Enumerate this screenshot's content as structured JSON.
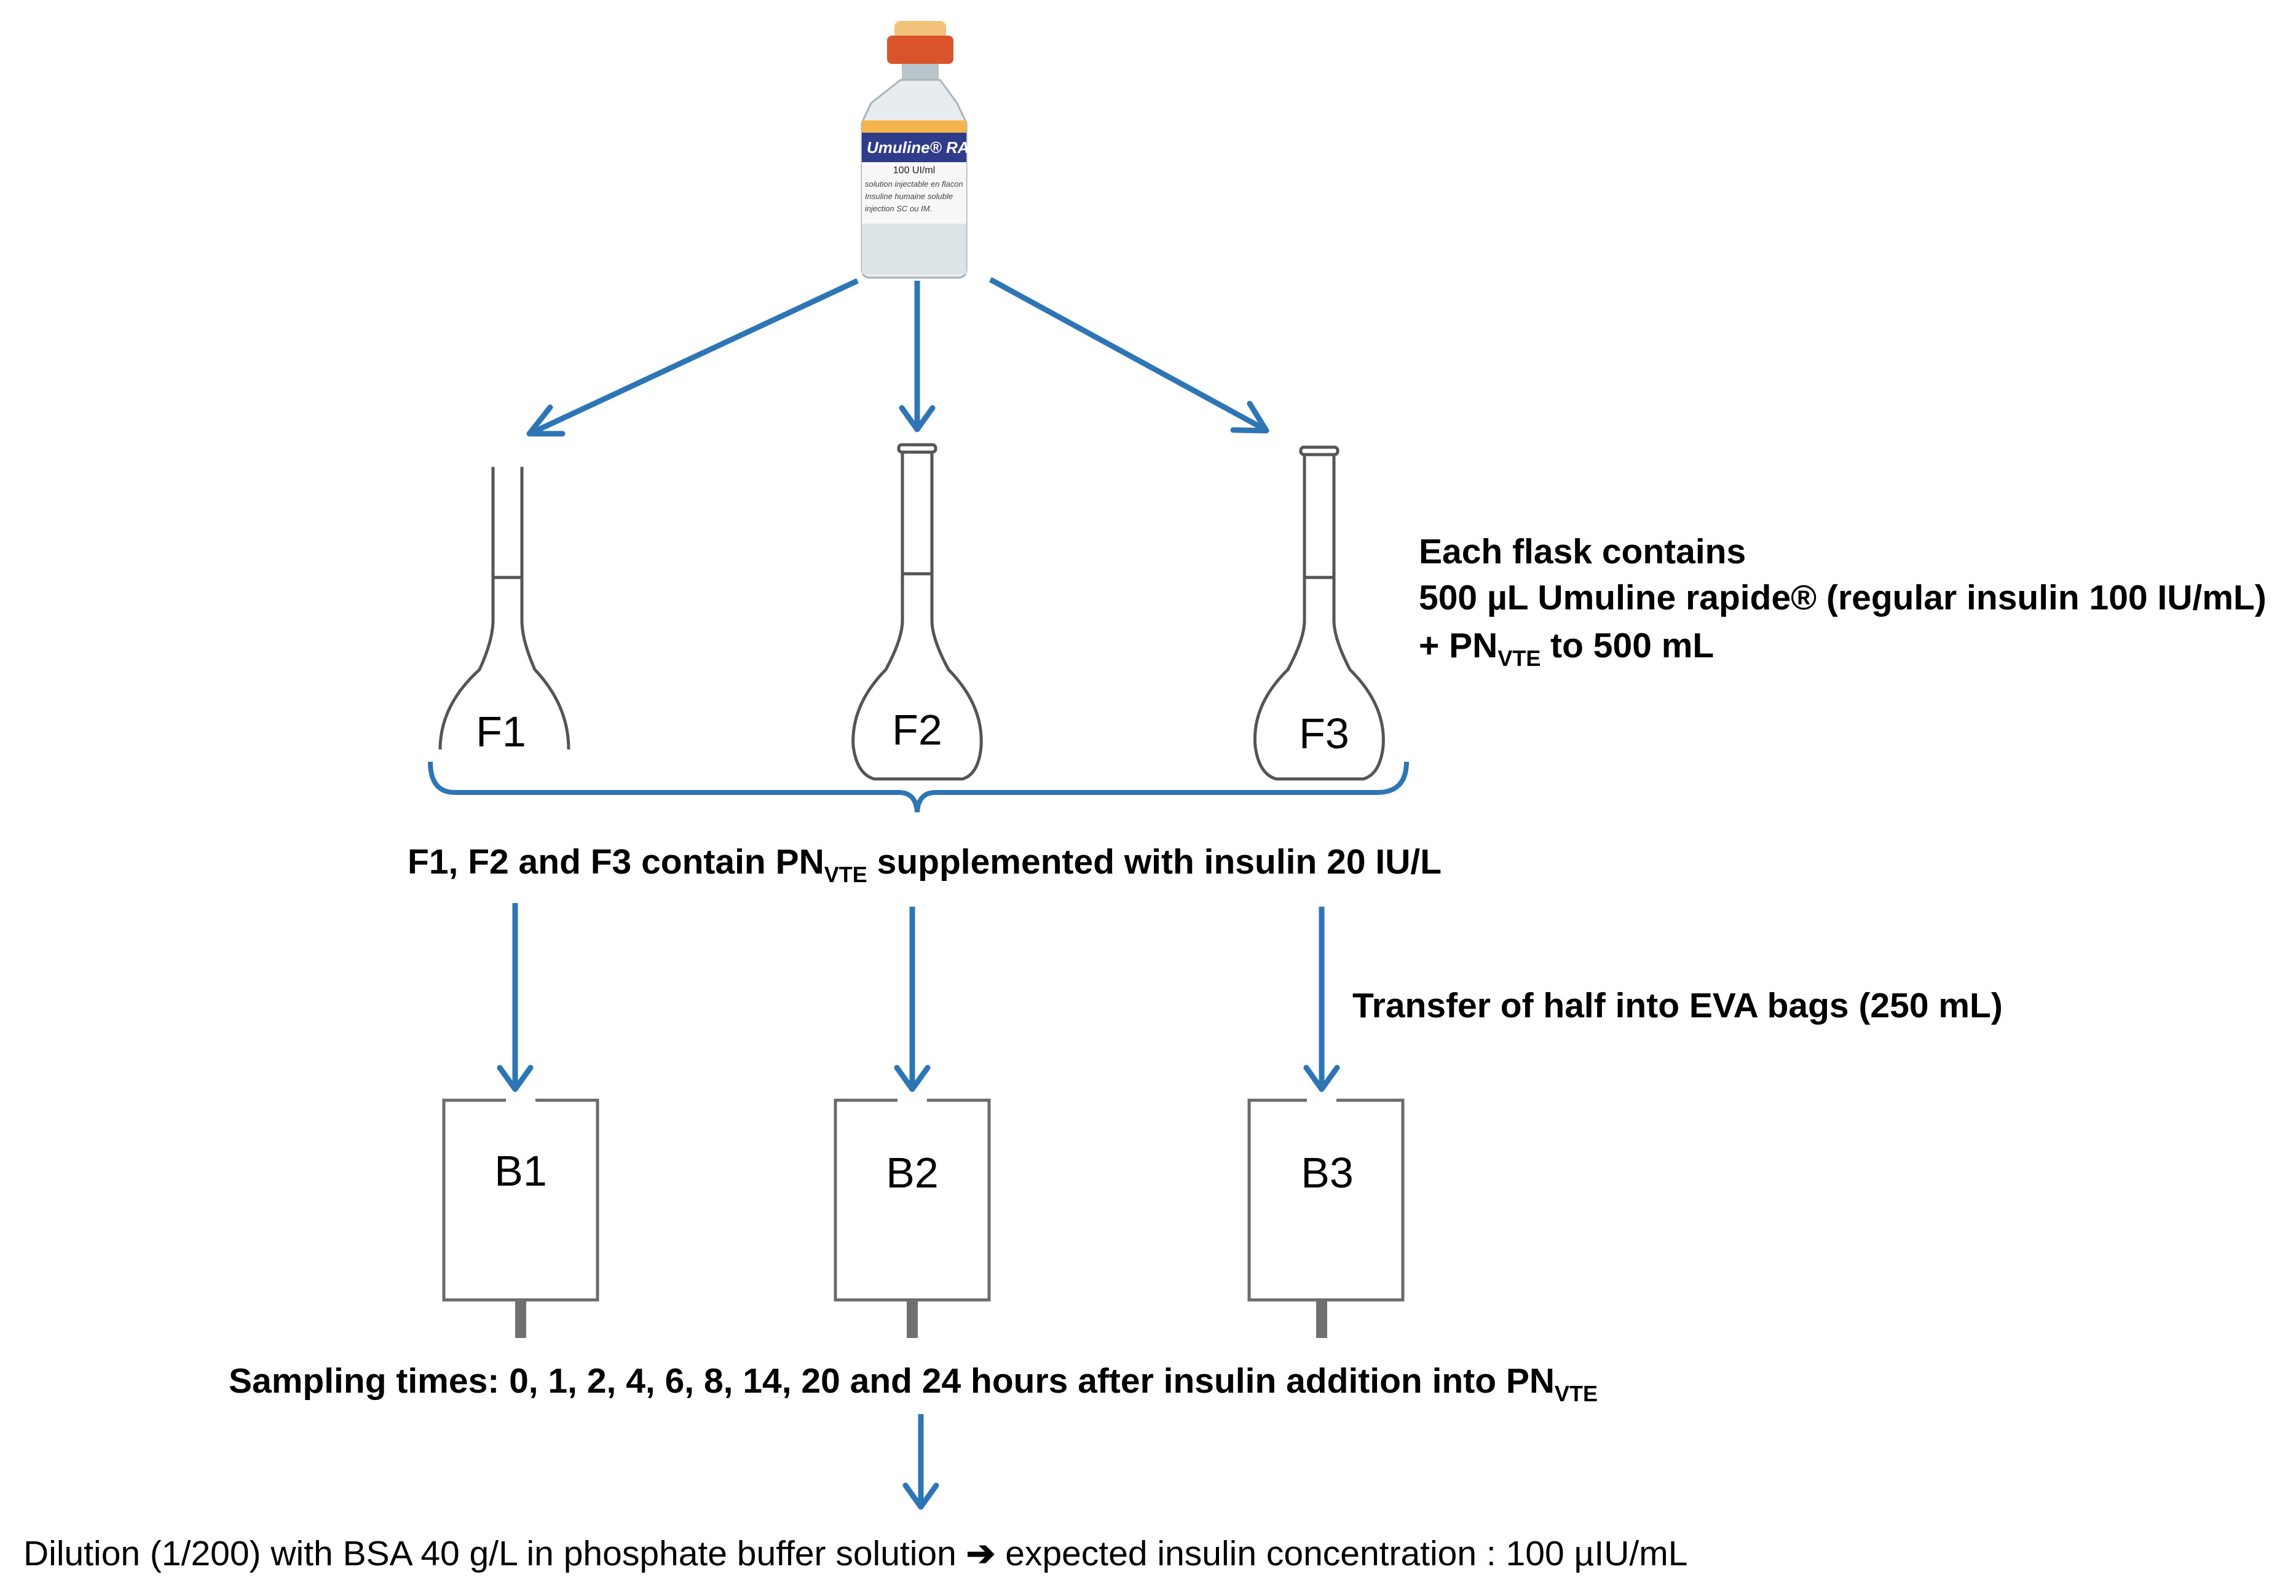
{
  "vial": {
    "brand": "Umuline® RAPIDE",
    "strength": "100 UI/ml",
    "label_lines": [
      "solution injectable en flacon",
      "Insuline humaine soluble",
      "injection SC ou IM."
    ]
  },
  "flasks": [
    {
      "label": "F1"
    },
    {
      "label": "F2"
    },
    {
      "label": "F3"
    }
  ],
  "flask_note": {
    "line1": "Each flask  contains",
    "line2": "500 µL Umuline rapide® (regular insulin 100 IU/mL)",
    "line3_prefix": "+ PN",
    "line3_sub": "VTE",
    "line3_suffix": " to 500 mL"
  },
  "combined_note": {
    "prefix": "F1, F2 and F3 contain PN",
    "sub": "VTE",
    "suffix": " supplemented with insulin 20 IU/L"
  },
  "transfer_note": "Transfer of half into EVA bags (250 mL)",
  "bags": [
    {
      "label": "B1"
    },
    {
      "label": "B2"
    },
    {
      "label": "B3"
    }
  ],
  "sampling_note": {
    "prefix": "Sampling times: 0, 1, 2, 4, 6, 8, 14, 20 and 24 hours after insulin addition into PN",
    "sub": "VTE"
  },
  "dilution_note": {
    "before_arrow": "Dilution (1/200) with BSA 40 g/L in phosphate buffer solution ",
    "arrow_glyph": "➔",
    "after_arrow": " expected insulin concentration : 100 µIU/mL"
  }
}
